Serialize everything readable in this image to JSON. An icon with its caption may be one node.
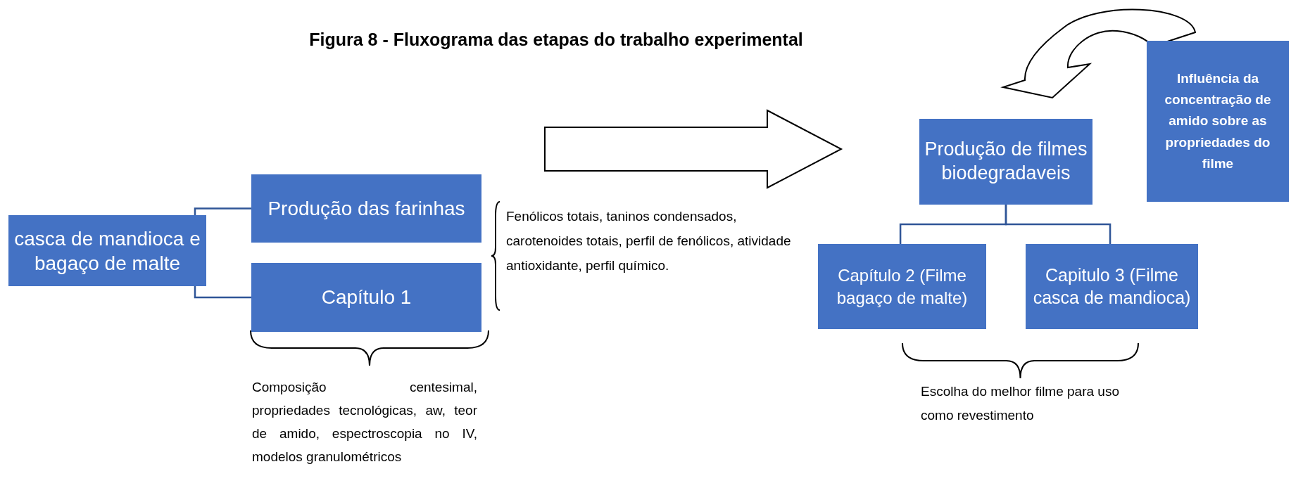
{
  "diagram": {
    "title": "Figura 8 - Fluxograma das etapas do trabalho experimental",
    "nodes": [
      {
        "text": [
          "casca de mandioca e bagaço de malte"
        ]
      },
      {
        "text": [
          "Produção das farinhas"
        ]
      },
      {
        "text": [
          "Capítulo 1"
        ]
      },
      {
        "text": [
          "Produção de filmes biodegradaveis"
        ]
      },
      {
        "text": [
          "Capítulo 2 (Filme bagaço de malte)"
        ]
      },
      {
        "text": [
          "Capitulo 3 (Filme casca de mandioca)"
        ]
      },
      {
        "text": [
          "Influência da concentração de amido sobre as propriedades do filme"
        ]
      }
    ],
    "edges": [
      {
        "from": 0,
        "to": 1,
        "arrow": "none"
      },
      {
        "from": 0,
        "to": 2,
        "arrow": "none"
      },
      {
        "from": 1,
        "to": 3,
        "arrow": "to",
        "style": "thick"
      },
      {
        "from": 6,
        "to": 3,
        "arrow": "to",
        "style": "thick"
      },
      {
        "from": 3,
        "to": 4,
        "arrow": "none"
      },
      {
        "from": 3,
        "to": 5,
        "arrow": "none"
      }
    ],
    "labels": [
      "Fenólicos totais, taninos condensados, carotenoides totais, perfil de fenólicos, atividade antioxidante, perfil químico.",
      "Composição centesimal, propriedades tecnológicas, aw, teor de amido, espectroscopia no IV, modelos granulométricos",
      "Escolha do melhor filme para uso como revestimento"
    ]
  }
}
